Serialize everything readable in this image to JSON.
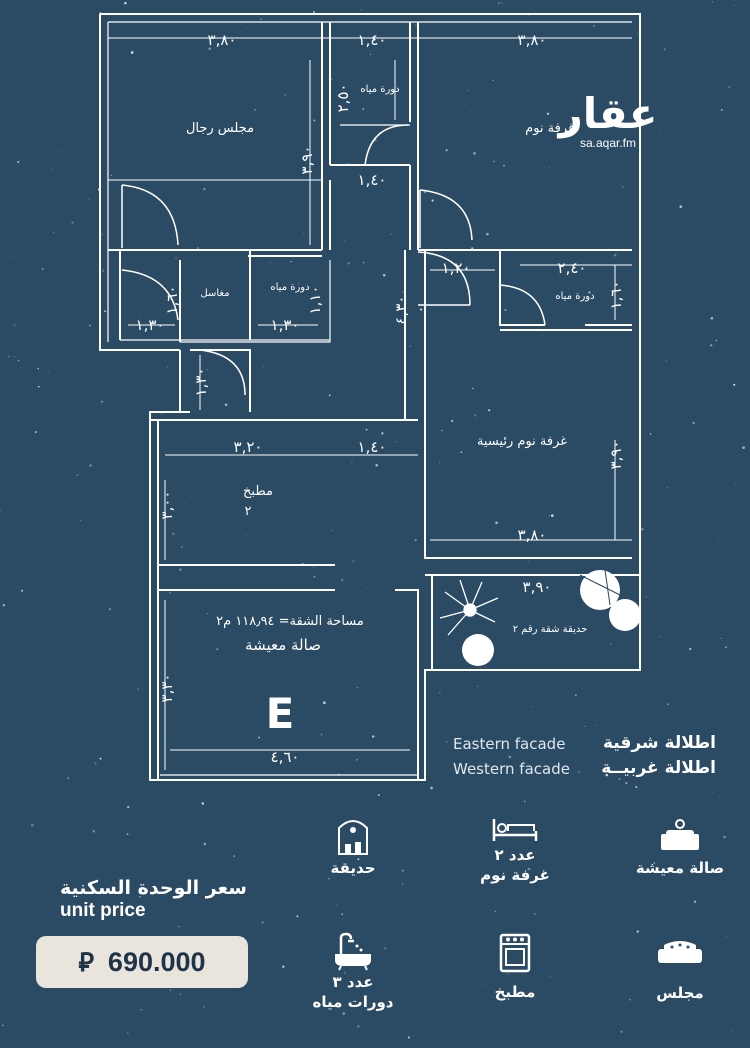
{
  "logo": {
    "arabic": "عقار",
    "url": "sa.aqar.fm"
  },
  "plan": {
    "letter": "E",
    "area_note": "مساحة الشقة= ١١٨٫٩٤ م٢",
    "rooms": {
      "majlis": "مجلس رجال",
      "wc_top": "دورة مياه",
      "bedroom": "غرفة نوم",
      "wc_right": "دورة مياه",
      "masterbed": "غرفة نوم رئيسية",
      "sinks": "مغاسل",
      "wc_small": "دورة مياه",
      "kitchen": "مطبخ",
      "kitchen_num": "٢",
      "living": "صالة معيشة",
      "garden": "حديقة شقة رقم ٢"
    },
    "dims": {
      "d380a": "٣,٨٠",
      "d140a": "١,٤٠",
      "d380b": "٣,٨٠",
      "d250": "٢,٥٠",
      "d390a": "٣,٩٠",
      "d140b": "١,٤٠",
      "d120": "١,٢٠",
      "d240": "٢,٤٠",
      "d160a": "١,٦٠",
      "d430": "٤,٣٠",
      "d160b": "١,٦٠",
      "d130a": "١,٣٠",
      "d130b": "١,٣٠",
      "d110": "١,١٠",
      "d130c": "١,٣٠",
      "d320": "٣,٢٠",
      "d140c": "١,٤٠",
      "d390b": "٣,٩٠",
      "d300": "٣,٠٠",
      "d380c": "٣,٨٠",
      "d390c": "٣,٩٠",
      "d330": "٣,٣٠",
      "d460": "٤,٦٠"
    }
  },
  "facades": {
    "east_en": "Eastern facade",
    "east_ar": "اطلالة شرقية",
    "west_en": "Western facade",
    "west_ar": "اطلالة غربيــة"
  },
  "features": {
    "living": "صالة معيشة",
    "bedrooms_count": "عدد ٢",
    "bedrooms": "غرفة نوم",
    "garden": "حديقة",
    "majlis": "مجلس",
    "kitchen": "مطبخ",
    "bathrooms_count": "عدد ٣",
    "bathrooms": "دورات مياه"
  },
  "price": {
    "ar": "سعر الوحدة السكنية",
    "en": "unit price",
    "value": "690.000",
    "currency": "⃁"
  },
  "colors": {
    "background": "#2b4a63",
    "lines": "#ffffff",
    "price_box": "#e9e4dc"
  }
}
